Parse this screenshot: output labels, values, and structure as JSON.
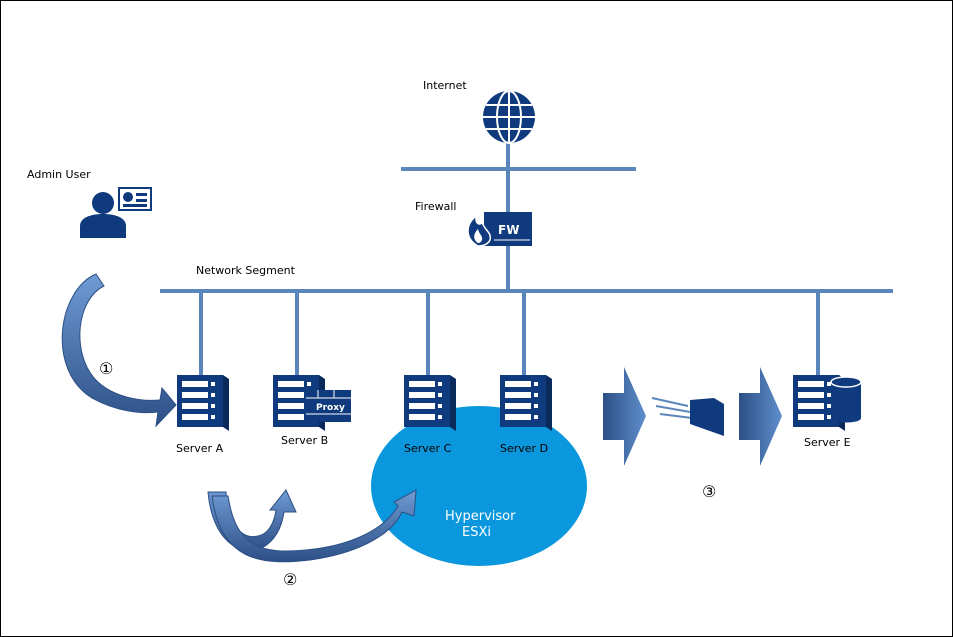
{
  "labels": {
    "internet": "Internet",
    "firewall": "Firewall",
    "admin_user": "Admin User",
    "network_segment": "Network Segment",
    "server_a": "Server A",
    "server_b": "Server B",
    "server_c": "Server C",
    "server_d": "Server D",
    "server_e": "Server E",
    "hypervisor_line1": "Hypervisor",
    "hypervisor_line2": "ESXi",
    "proxy": "Proxy",
    "fw": "FW"
  },
  "steps": {
    "step1": "①",
    "step2": "②",
    "step3": "③"
  },
  "icons": {
    "internet": "globe-icon",
    "firewall": "firewall-icon",
    "admin_user": "admin-user-icon",
    "server": "server-icon",
    "proxy": "proxy-server-icon",
    "storage": "storage-server-icon",
    "file": "file-transfer-icon"
  },
  "colors": {
    "icon_navy": "#0F3A7D",
    "network_line": "#5A86BC",
    "hypervisor_fill": "#0A97DD",
    "arrow_fill": "#4F7FC0",
    "arrow_dark": "#2C4F86"
  }
}
